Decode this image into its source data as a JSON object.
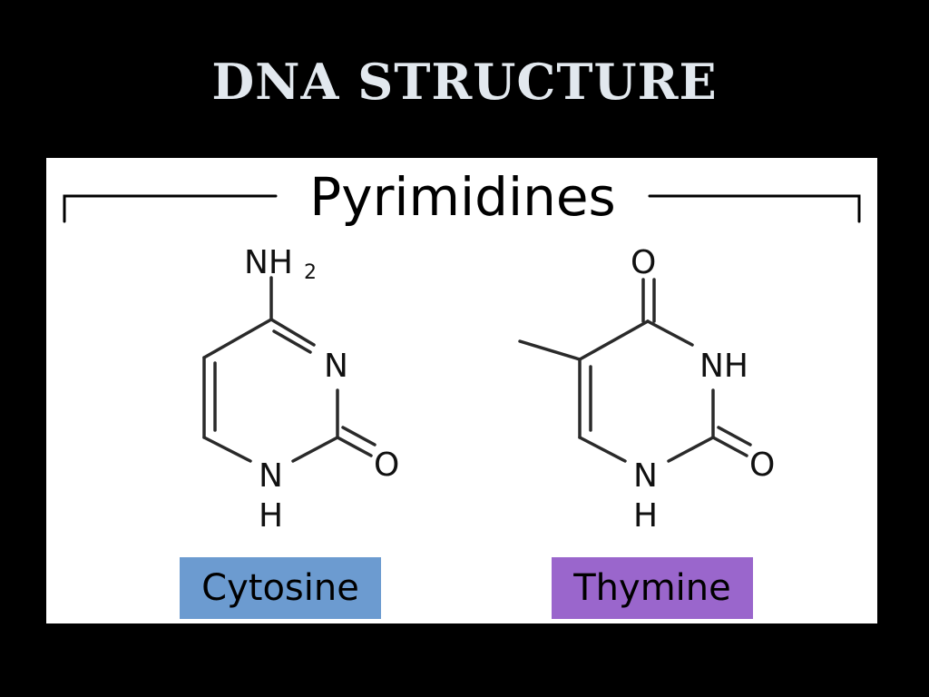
{
  "slide": {
    "title": "DNA STRUCTURE"
  },
  "diagram": {
    "group_label": "Pyrimidines",
    "cytosine": {
      "name": "Cytosine",
      "name_bg_color": "#6c9bd0",
      "atoms": {
        "amine": "NH",
        "amine_sub": "2",
        "ring_n": "N",
        "carbonyl_o": "O",
        "nh_n": "N",
        "nh_h": "H"
      }
    },
    "thymine": {
      "name": "Thymine",
      "name_bg_color": "#9a66cc",
      "atoms": {
        "top_o": "O",
        "ring_nh": "NH",
        "carbonyl_o": "O",
        "nh_n": "N",
        "nh_h": "H"
      }
    }
  }
}
